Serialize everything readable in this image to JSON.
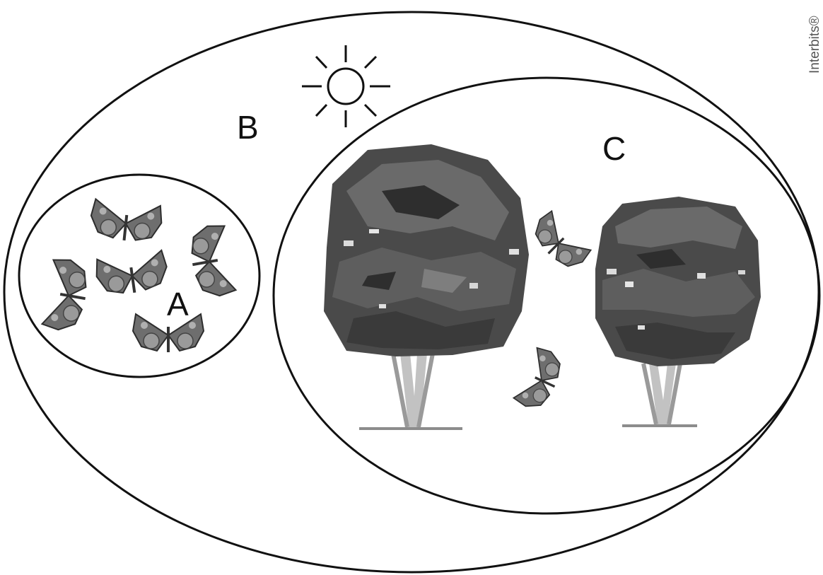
{
  "labels": {
    "a": "A",
    "b": "B",
    "c": "C"
  },
  "credit": "Interbits®",
  "colors": {
    "outline": "#111111",
    "foliage_dark": "#3a3a3a",
    "foliage_mid": "#5c5c5c",
    "foliage_light": "#8a8a8a",
    "trunk": "#b8b8b8",
    "ground": "#8c8c8c",
    "butterfly_wing": "#7a7a7a",
    "butterfly_spot": "#a8a8a8",
    "butterfly_body": "#333333"
  },
  "icons": [
    "sun-icon",
    "butterfly-icon",
    "tree-icon"
  ]
}
